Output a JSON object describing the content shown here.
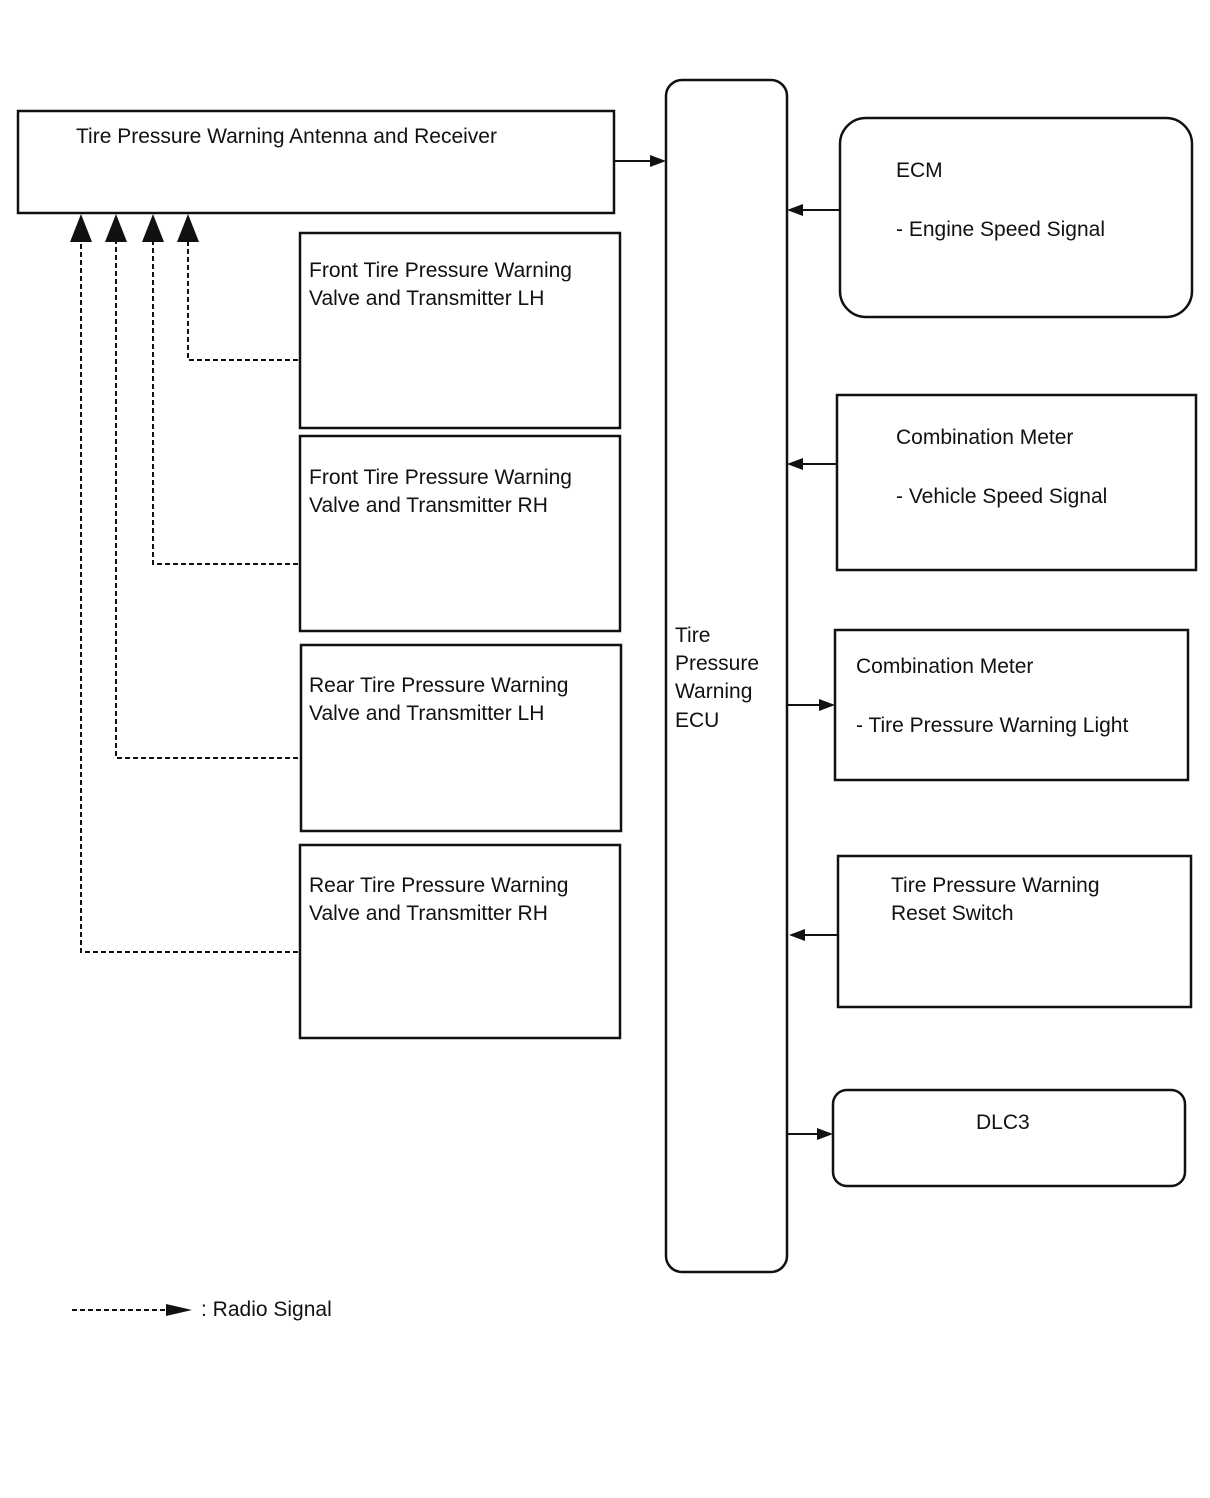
{
  "antenna": {
    "label": "Tire Pressure Warning Antenna and Receiver"
  },
  "ecu": {
    "lines": [
      "Tire",
      "Pressure",
      "Warning",
      "ECU"
    ]
  },
  "transmitters": [
    {
      "lines": [
        "Front Tire Pressure Warning",
        "Valve and Transmitter LH"
      ]
    },
    {
      "lines": [
        "Front Tire Pressure Warning",
        "Valve and Transmitter RH"
      ]
    },
    {
      "lines": [
        "Rear Tire Pressure Warning",
        "Valve and Transmitter LH"
      ]
    },
    {
      "lines": [
        "Rear Tire Pressure Warning",
        "Valve and Transmitter RH"
      ]
    }
  ],
  "ecm": {
    "title": "ECM",
    "signal": "- Engine Speed Signal"
  },
  "combination_meter_speed": {
    "title": "Combination Meter",
    "signal": "- Vehicle Speed Signal"
  },
  "combination_meter_light": {
    "title": "Combination Meter",
    "signal": "- Tire Pressure Warning Light"
  },
  "reset_switch": {
    "lines": [
      "Tire Pressure Warning",
      "Reset Switch"
    ]
  },
  "dlc3": {
    "label": "DLC3"
  },
  "legend": {
    "label": ": Radio Signal"
  }
}
